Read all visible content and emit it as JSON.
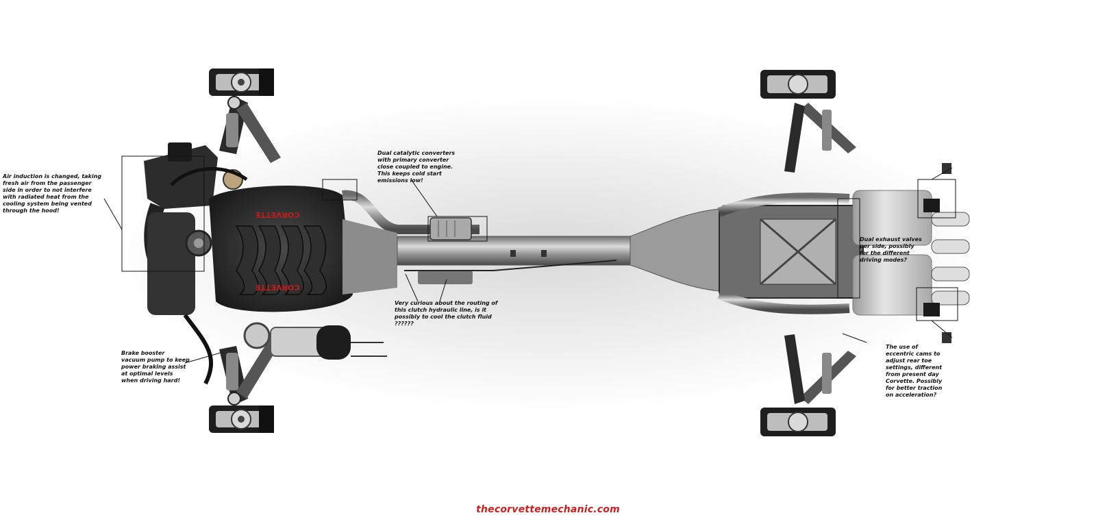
{
  "annotations": {
    "air_induction": "Air induction is changed, taking fresh air from the passenger side in order to not interfere with radiated heat from the cooling system being vented through the hood!",
    "catalytic": "Dual catalytic converters with primary converter close coupled to engine.  This keeps cold start emissions low!",
    "clutch_line": "Very curious about the routing of this clutch hydraulic line, is it possibly to cool the clutch fluid ??????",
    "brake_booster": "Brake booster vacuum pump to keep power braking assist at optimal levels when driving hard!",
    "exhaust_valves": "Dual exhaust valves per side, possibly for the different driving modes?",
    "eccentric_cams": "The use of eccentric cams to adjust rear toe settings, different from present day Corvette. Possibly for better traction on acceleration?"
  },
  "engine_cover": {
    "top_mark": "CORVETTE",
    "bottom_mark": "CORVETTE"
  },
  "credit": "thecorvettemechanic.com",
  "colors": {
    "accent_red": "#cc1f1f",
    "metal_light": "#c8c8c8",
    "metal_dark": "#2a2a2a"
  }
}
